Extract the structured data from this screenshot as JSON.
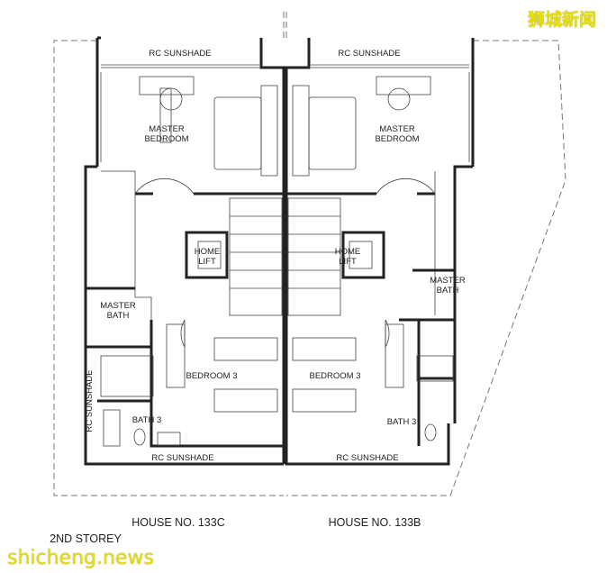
{
  "plan": {
    "left_house": {
      "rooms": {
        "sunshade_top": "RC SUNSHADE",
        "master_bedroom": [
          "MASTER",
          "BEDROOM"
        ],
        "home_lift": [
          "HOME",
          "LIFT"
        ],
        "master_bath": [
          "MASTER",
          "BATH"
        ],
        "bedroom3": "BEDROOM 3",
        "bath3": "BATH 3",
        "sunshade_bottom": "RC SUNSHADE",
        "sunshade_side": "RC SUNSHADE"
      },
      "house_label": "HOUSE NO. 133C"
    },
    "right_house": {
      "rooms": {
        "sunshade_top": "RC SUNSHADE",
        "master_bedroom": [
          "MASTER",
          "BEDROOM"
        ],
        "home_lift": [
          "HOME",
          "LIFT"
        ],
        "master_bath": [
          "MASTER",
          "BATH"
        ],
        "bedroom3": "BEDROOM 3",
        "bath3": "BATH 3",
        "sunshade_bottom": "RC SUNSHADE"
      },
      "house_label": "HOUSE NO. 133B"
    },
    "storey_label": "2ND STOREY"
  },
  "watermarks": {
    "top_right": "狮城新闻",
    "bottom_left": "shicheng.news",
    "color": "#e8e000"
  }
}
